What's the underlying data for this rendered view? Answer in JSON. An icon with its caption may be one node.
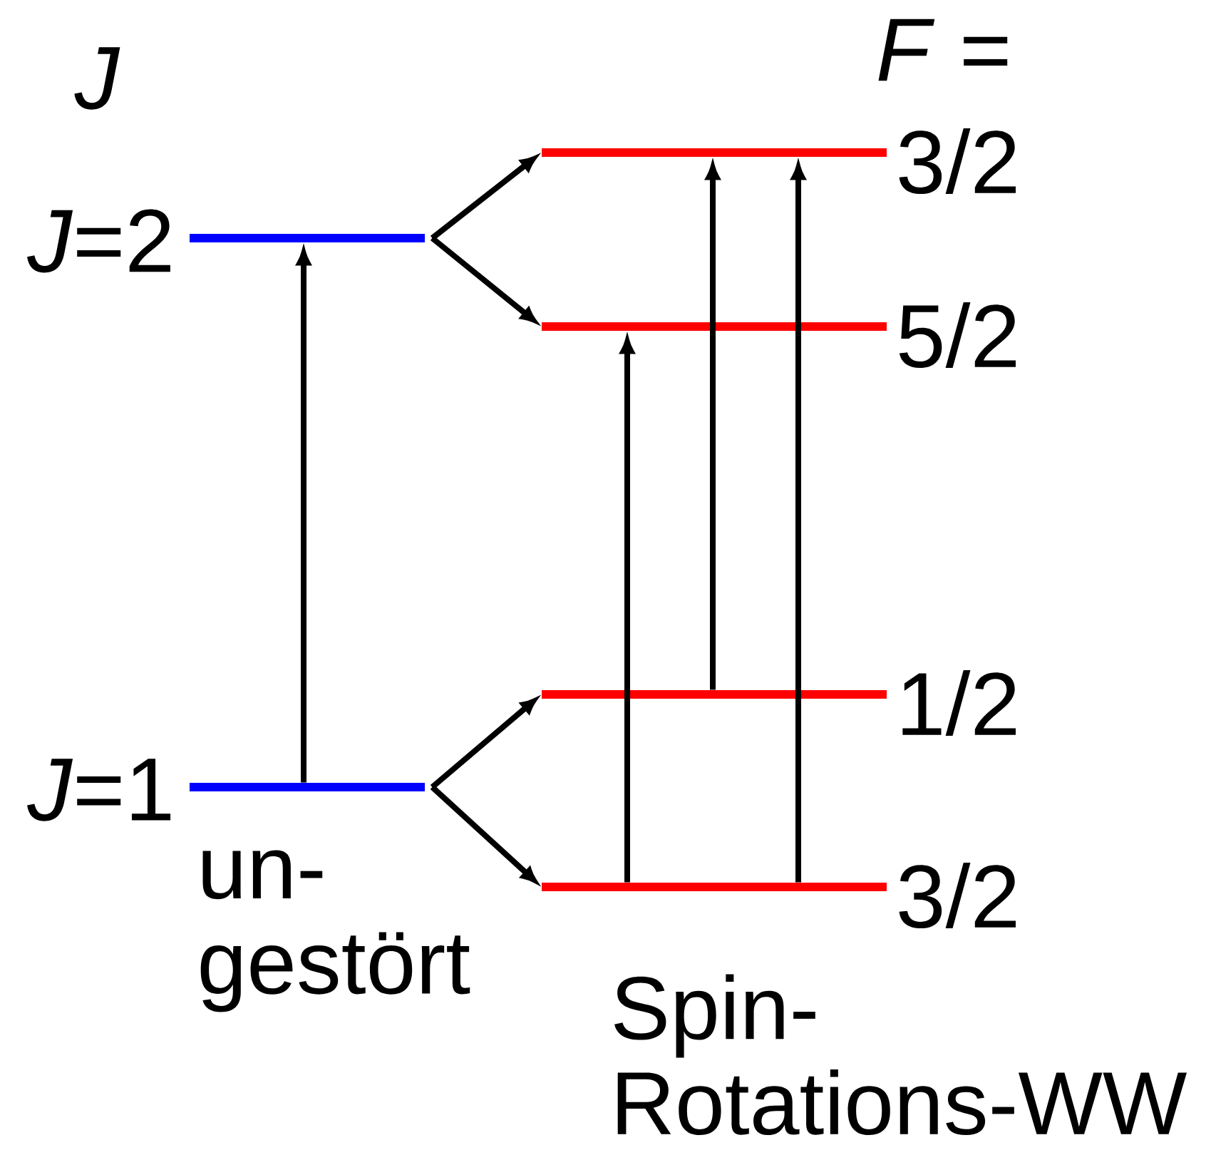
{
  "diagram": {
    "nodes": [
      {
        "text": [],
        "shape": "bar",
        "beside": [
          "*J*=2"
        ]
      },
      {
        "text": [],
        "shape": "bar",
        "beside": [
          "*J*=1"
        ]
      },
      {
        "text": [],
        "shape": "bar",
        "beside": [
          "3/2"
        ]
      },
      {
        "text": [],
        "shape": "bar",
        "beside": [
          "5/2"
        ]
      },
      {
        "text": [],
        "shape": "bar",
        "beside": [
          "1/2"
        ]
      },
      {
        "text": [],
        "shape": "bar",
        "beside": [
          "3/2"
        ]
      }
    ],
    "edges": [
      {
        "from": 1,
        "to": 0,
        "arrow": "to"
      },
      {
        "from": 0,
        "to": 2,
        "arrow": "to"
      },
      {
        "from": 0,
        "to": 3,
        "arrow": "to"
      },
      {
        "from": 1,
        "to": 4,
        "arrow": "to"
      },
      {
        "from": 1,
        "to": 5,
        "arrow": "to"
      },
      {
        "from": 5,
        "to": 3,
        "arrow": "to"
      },
      {
        "from": 4,
        "to": 2,
        "arrow": "to"
      },
      {
        "from": 5,
        "to": 2,
        "arrow": "to"
      }
    ],
    "labels": [
      "J",
      "*F* =",
      "un- gestört",
      "Spin- Rotations-WW"
    ]
  }
}
